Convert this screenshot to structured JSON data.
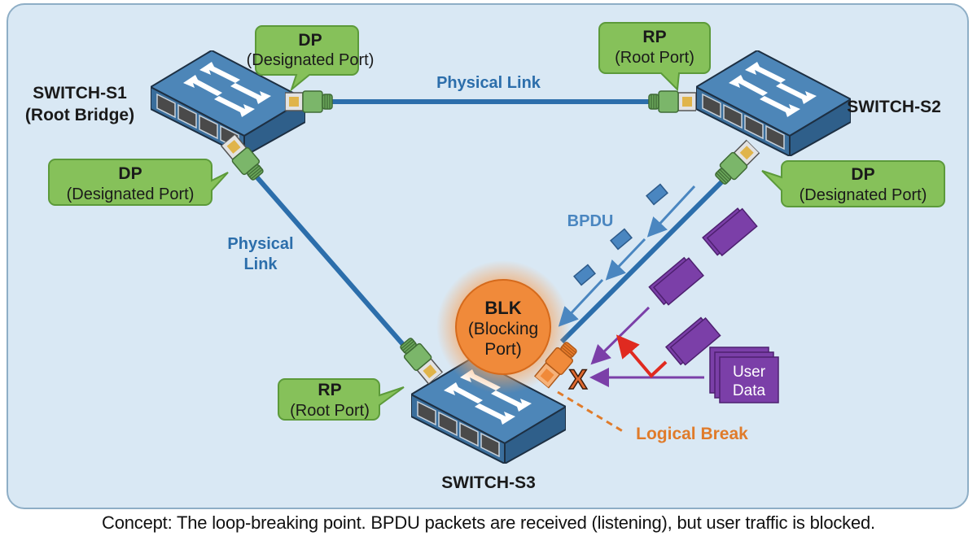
{
  "title": "Spanning Tree Protocol — Blocking Port",
  "colors": {
    "background": "#d9e8f4",
    "link": "#2c6eab",
    "bubble_fill": "#86c15a",
    "bubble_stroke": "#5c9a3a",
    "switch_top": "#4d86b8",
    "switch_side": "#3a6e9c",
    "blocking": "#f08a3a",
    "bpdu": "#4a86c0",
    "user_data": "#7b3fa8",
    "redirect_arrow": "#e02a20"
  },
  "switches": [
    {
      "id": "s1",
      "name": "SWITCH-S1",
      "role": "(Root Bridge)"
    },
    {
      "id": "s2",
      "name": "SWITCH-S2",
      "role": ""
    },
    {
      "id": "s3",
      "name": "SWITCH-S3",
      "role": ""
    }
  ],
  "ports": [
    {
      "switch": "s1",
      "short": "DP",
      "long": "(Designated Port)",
      "facing": "s2"
    },
    {
      "switch": "s1",
      "short": "DP",
      "long": "(Designated Port)",
      "facing": "s3"
    },
    {
      "switch": "s2",
      "short": "RP",
      "long": "(Root Port)",
      "facing": "s1"
    },
    {
      "switch": "s2",
      "short": "DP",
      "long": "(Designated Port)",
      "facing": "s3"
    },
    {
      "switch": "s3",
      "short": "RP",
      "long": "(Root Port)",
      "facing": "s1"
    },
    {
      "switch": "s3",
      "short": "BLK",
      "long_line1": "(Blocking",
      "long_line2": "Port)",
      "facing": "s2"
    }
  ],
  "links": {
    "s1_s2": "Physical Link",
    "s1_s3_line1": "Physical",
    "s1_s3_line2": "Link"
  },
  "bpdu_label": "BPDU",
  "user_data": {
    "line1": "User",
    "line2": "Data"
  },
  "blocked_marker": "X",
  "logical_break": "Logical Break",
  "caption": "Concept: The loop-breaking point. BPDU packets are received (listening), but user traffic is blocked."
}
